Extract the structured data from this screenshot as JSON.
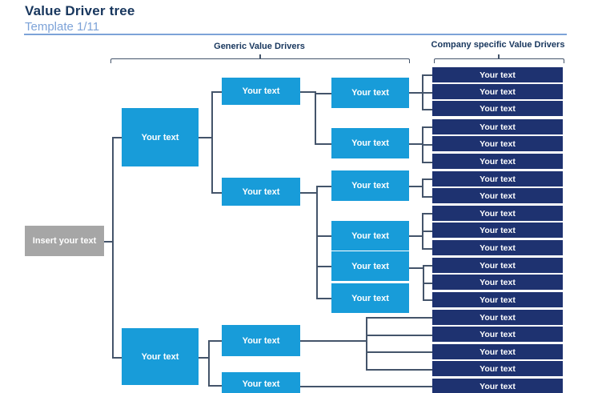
{
  "header": {
    "title": "Value Driver tree",
    "subtitle": "Template 1/11"
  },
  "sections": {
    "generic": {
      "label": "Generic Value Drivers"
    },
    "company": {
      "label": "Company specific Value Drivers"
    }
  },
  "tree": {
    "root": {
      "label": "Insert your text"
    },
    "level2": [
      {
        "label": "Your text"
      },
      {
        "label": "Your text"
      }
    ],
    "level3": [
      {
        "label": "Your text"
      },
      {
        "label": "Your text"
      },
      {
        "label": "Your text"
      },
      {
        "label": "Your text"
      }
    ],
    "level4": [
      {
        "label": "Your text"
      },
      {
        "label": "Your text"
      },
      {
        "label": "Your text"
      },
      {
        "label": "Your text"
      },
      {
        "label": "Your text"
      },
      {
        "label": "Your text"
      }
    ],
    "bars": [
      {
        "label": "Your text"
      },
      {
        "label": "Your text"
      },
      {
        "label": "Your text"
      },
      {
        "label": "Your text"
      },
      {
        "label": "Your text"
      },
      {
        "label": "Your text"
      },
      {
        "label": "Your text"
      },
      {
        "label": "Your text"
      },
      {
        "label": "Your text"
      },
      {
        "label": "Your text"
      },
      {
        "label": "Your text"
      },
      {
        "label": "Your text"
      },
      {
        "label": "Your text"
      },
      {
        "label": "Your text"
      },
      {
        "label": "Your text"
      },
      {
        "label": "Your text"
      },
      {
        "label": "Your text"
      },
      {
        "label": "Your text"
      },
      {
        "label": "Your text"
      }
    ]
  },
  "colors": {
    "title_navy": "#17365d",
    "subtitle_blue": "#7da3d8",
    "box_cyan": "#189cd9",
    "bar_navy": "#1e3270",
    "root_gray": "#a6a6a6",
    "connector": "#44546a"
  }
}
